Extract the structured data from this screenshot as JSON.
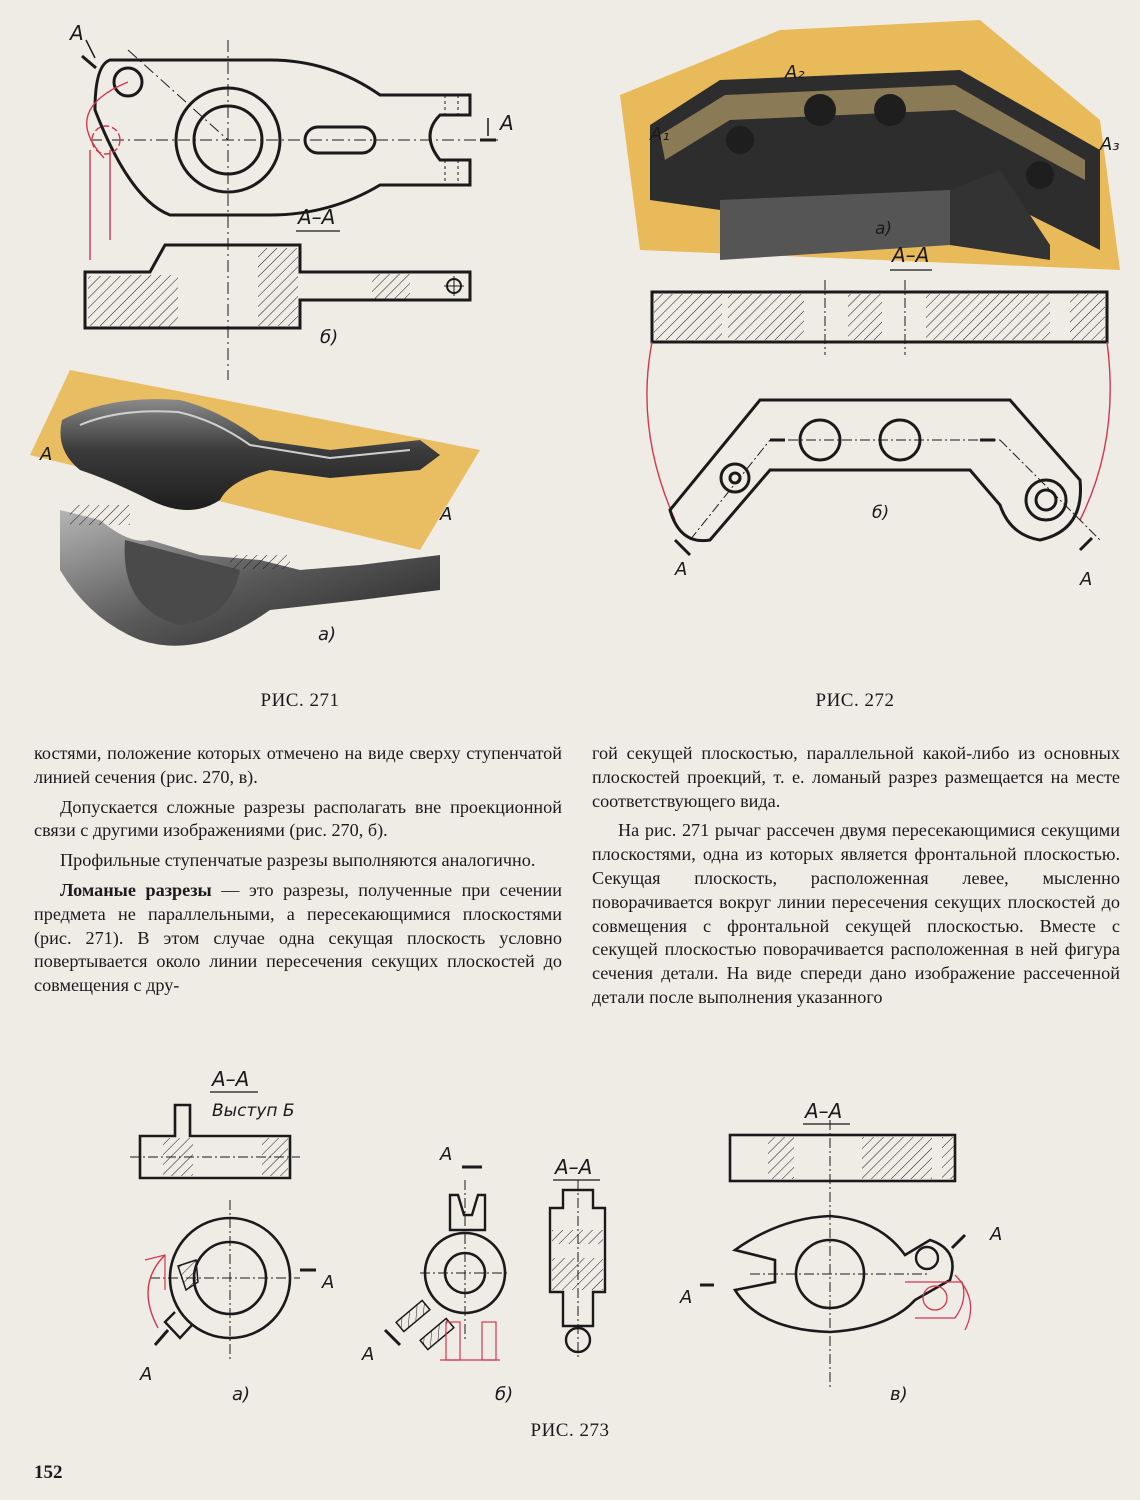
{
  "figures": {
    "fig271": {
      "caption": "РИС. 271",
      "section_label": "А–А",
      "sub_b": "б)",
      "sub_a": "а)",
      "cut_marks": [
        "А",
        "А",
        "А",
        "А"
      ]
    },
    "fig272": {
      "caption": "РИС. 272",
      "section_label": "А–А",
      "sub_a": "а)",
      "sub_b": "б)",
      "planes": [
        "A₁",
        "A₂",
        "A₃"
      ],
      "cut_marks": [
        "А",
        "А"
      ]
    },
    "fig273": {
      "caption": "РИС. 273",
      "a": {
        "section_label": "А–А",
        "note": "Выступ Б",
        "sub": "а)",
        "cut_marks": [
          "А",
          "А"
        ]
      },
      "b": {
        "section_label": "А–А",
        "sub": "б)",
        "cut_marks": [
          "А",
          "А"
        ]
      },
      "c": {
        "section_label": "А–А",
        "sub": "в)",
        "cut_marks": [
          "А",
          "А"
        ]
      }
    }
  },
  "text": {
    "left": {
      "p1": "костями, положение которых отмечено на виде сверху ступенчатой линией сечения (рис. 270, в).",
      "p2": "Допускается сложные разрезы располагать вне проекционной связи с другими изображениями (рис. 270, б).",
      "p3": "Профильные ступенчатые разрезы выполняются аналогично.",
      "p4_term": "Ломаные разрезы",
      "p4_rest": " — это разрезы, полученные при сечении предмета не параллельными, а пересекающимися плоскостями (рис. 271). В этом случае одна секущая плоскость условно повертывается около линии пересечения секущих плоскостей до совмещения с дру-"
    },
    "right": {
      "p1": "гой секущей плоскостью, параллельной какой-либо из основных плоскостей проекций, т. е. ломаный разрез размещается на месте соответствующего вида.",
      "p2": "На рис. 271 рычаг рассечен двумя пересекающимися секущими плоскостями, одна из которых является фронтальной плоскостью. Секущая плоскость, расположенная левее, мысленно поворачивается вокруг линии пересечения секущих плоскостей до совмещения с фронтальной секущей плоскостью. Вместе с секущей плоскостью поворачивается расположенная в ней фигура сечения детали. На виде спереди дано изображение рассеченной детали после выполнения указанного"
    }
  },
  "page_number": "152",
  "colors": {
    "paper": "#efece6",
    "ink": "#1a1a1a",
    "construction_red": "#d2374f",
    "plane_yellow": "#e8b54a",
    "metal_dark": "#3a3a3a"
  }
}
